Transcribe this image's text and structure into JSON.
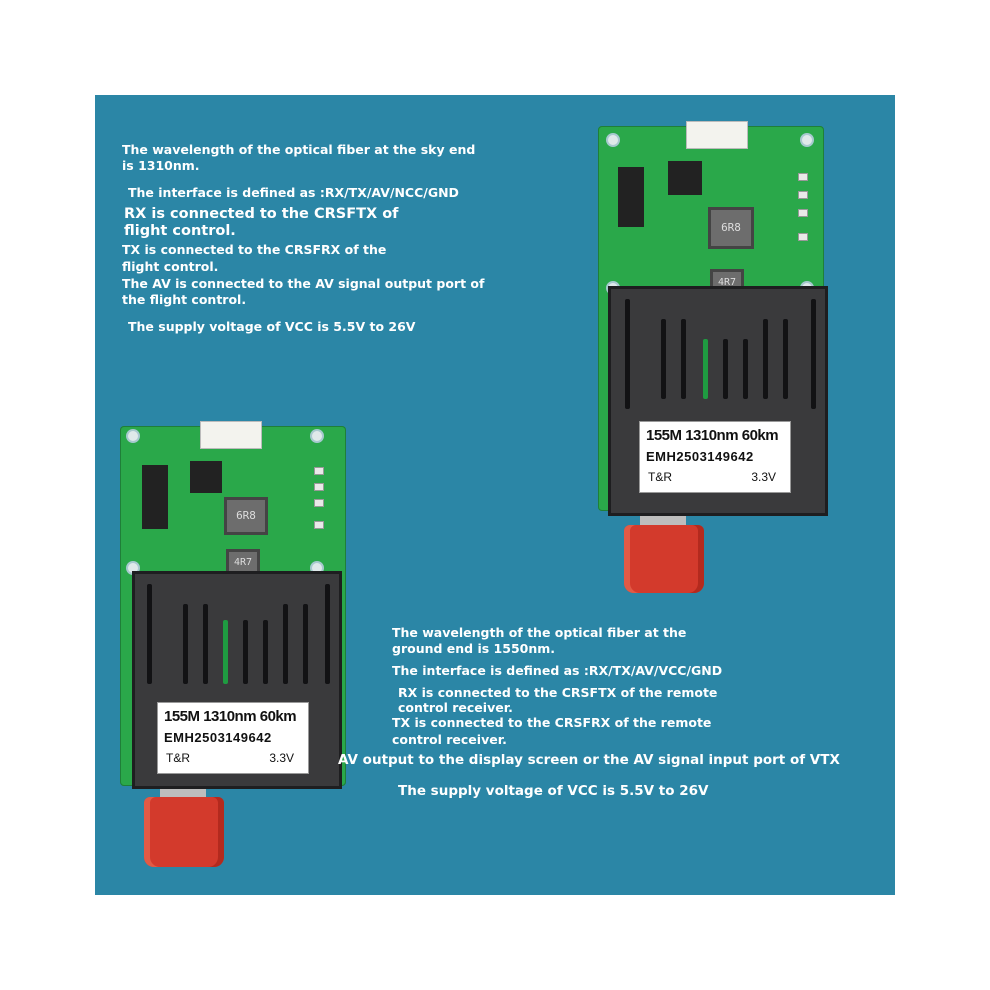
{
  "sky_end_text": {
    "line1": "The wavelength of the optical fiber at the sky end",
    "line2": "is 1310nm.",
    "line3": "The interface is defined as :RX/TX/AV/NCC/GND",
    "line4": "RX is connected to the CRSFTX of",
    "line5": "flight control.",
    "line6": "TX is connected to the CRSFRX of the",
    "line7": "flight control.",
    "line8": "The AV is connected to the AV signal output port of",
    "line9": "the flight control.",
    "line10": "The supply voltage of VCC is 5.5V to 26V"
  },
  "ground_end_text": {
    "line1": "The wavelength of the optical fiber at the",
    "line2": "ground end is 1550nm.",
    "line3": "The interface is defined as :RX/TX/AV/VCC/GND",
    "line4": "RX is connected to the CRSFTX of the remote",
    "line5": "control receiver.",
    "line6": "TX is connected to the CRSFRX of the remote",
    "line7": "control receiver.",
    "line8": "AV output to the display screen or the AV signal input port of VTX",
    "line9": "The supply voltage of VCC is 5.5V to 26V"
  },
  "module_top": {
    "label_line1": "155M 1310nm 60km",
    "label_line2": "EMH2503149642",
    "label_brand": "T&R",
    "label_voltage": "3.3V",
    "inductor_1": "6R8",
    "inductor_2": "4R7"
  },
  "module_bottom": {
    "label_line1": "155M 1310nm 60km",
    "label_line2": "EMH2503149642",
    "label_brand": "T&R",
    "label_voltage": "3.3V",
    "inductor_1": "6R8",
    "inductor_2": "4R7"
  },
  "colors": {
    "background": "#2b86a6",
    "pcb": "#2aa84a",
    "cage": "#3a3a3c",
    "ferrule": "#d33a2c",
    "text": "#ffffff"
  }
}
